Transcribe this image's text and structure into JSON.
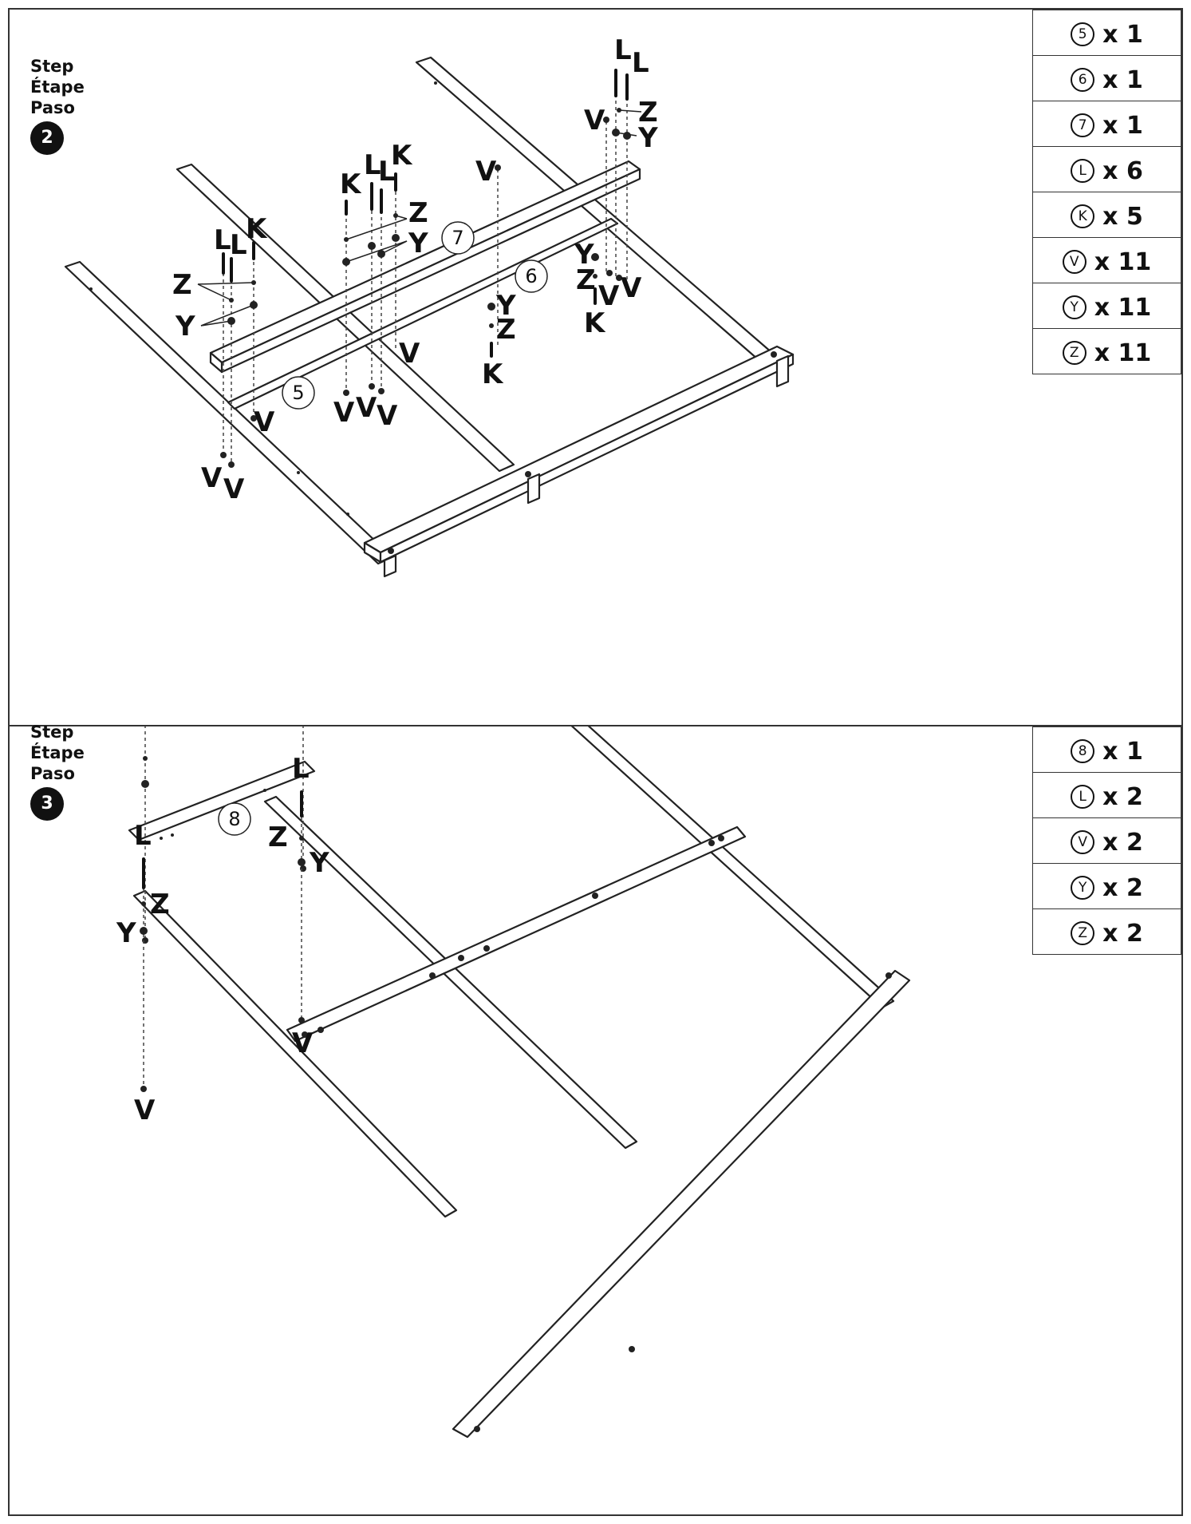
{
  "step2": {
    "label_en": "Step",
    "label_fr": "Étape",
    "label_es": "Paso",
    "number": "2",
    "parts": [
      {
        "part": "5",
        "qty": "x 1"
      },
      {
        "part": "6",
        "qty": "x 1"
      },
      {
        "part": "7",
        "qty": "x 1"
      },
      {
        "part": "L",
        "qty": "x 6"
      },
      {
        "part": "K",
        "qty": "x 5"
      },
      {
        "part": "V",
        "qty": "x 11"
      },
      {
        "part": "Y",
        "qty": "x 11"
      },
      {
        "part": "Z",
        "qty": "x 11"
      }
    ],
    "diagram": {
      "part_5": "5",
      "part_6": "6",
      "part_7": "7",
      "hw_L": "L",
      "hw_K": "K",
      "hw_V": "V",
      "hw_Y": "Y",
      "hw_Z": "Z"
    }
  },
  "step3": {
    "label_en": "Step",
    "label_fr": "Étape",
    "label_es": "Paso",
    "number": "3",
    "parts": [
      {
        "part": "8",
        "qty": "x 1"
      },
      {
        "part": "L",
        "qty": "x 2"
      },
      {
        "part": "V",
        "qty": "x 2"
      },
      {
        "part": "Y",
        "qty": "x 2"
      },
      {
        "part": "Z",
        "qty": "x 2"
      }
    ],
    "diagram": {
      "part_8": "8",
      "hw_L": "L",
      "hw_V": "V",
      "hw_Y": "Y",
      "hw_Z": "Z"
    }
  }
}
